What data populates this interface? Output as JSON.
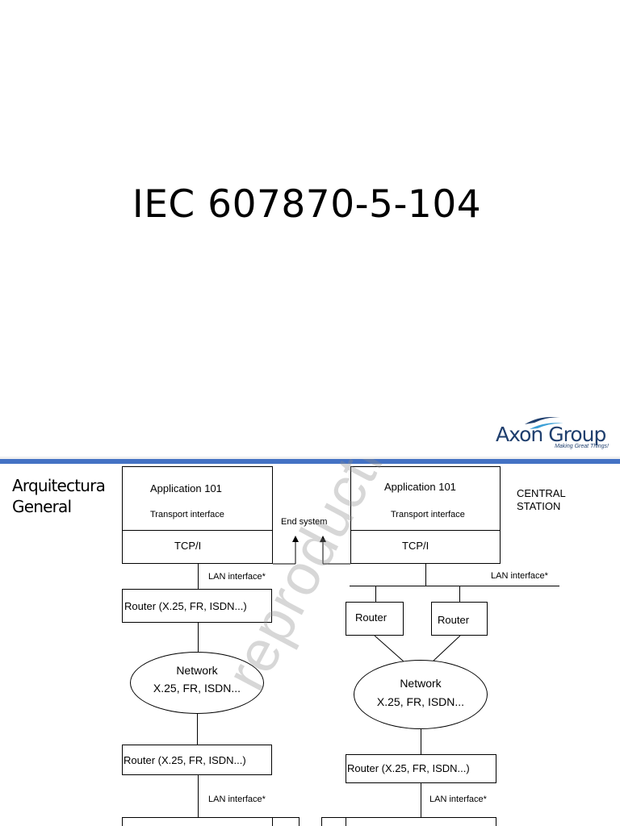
{
  "slide1": {
    "title": "IEC 607870-5-104",
    "logo": {
      "name": "Axon Group",
      "tagline": "Making Great Things!"
    }
  },
  "slide2": {
    "heading_line1": "Arquitectura",
    "heading_line2": "General",
    "diagram": {
      "left": {
        "app_label": "Application 101",
        "transport_label": "Transport interface",
        "tcp_label": "TCP/I",
        "lan_top_label": "LAN interface*",
        "router_top_label": "Router (X.25, FR, ISDN...)",
        "network_line1": "Network",
        "network_line2": "X.25, FR, ISDN...",
        "router_bottom_label": "Router (X.25, FR, ISDN...)",
        "lan_bottom_label": "LAN interface*"
      },
      "end_system_label": "End system",
      "right": {
        "app_label": "Application 101",
        "transport_label": "Transport interface",
        "tcp_label": "TCP/I",
        "station_line1": "CENTRAL",
        "station_line2": "STATION",
        "lan_top_label": "LAN interface*",
        "router1_label": "Router",
        "router2_label": "Router",
        "network_line1": "Network",
        "network_line2": "X.25, FR, ISDN...",
        "router_bottom_label": "Router (X.25, FR, ISDN...)",
        "lan_bottom_label": "LAN interface*"
      }
    },
    "watermark": "reproduction"
  }
}
